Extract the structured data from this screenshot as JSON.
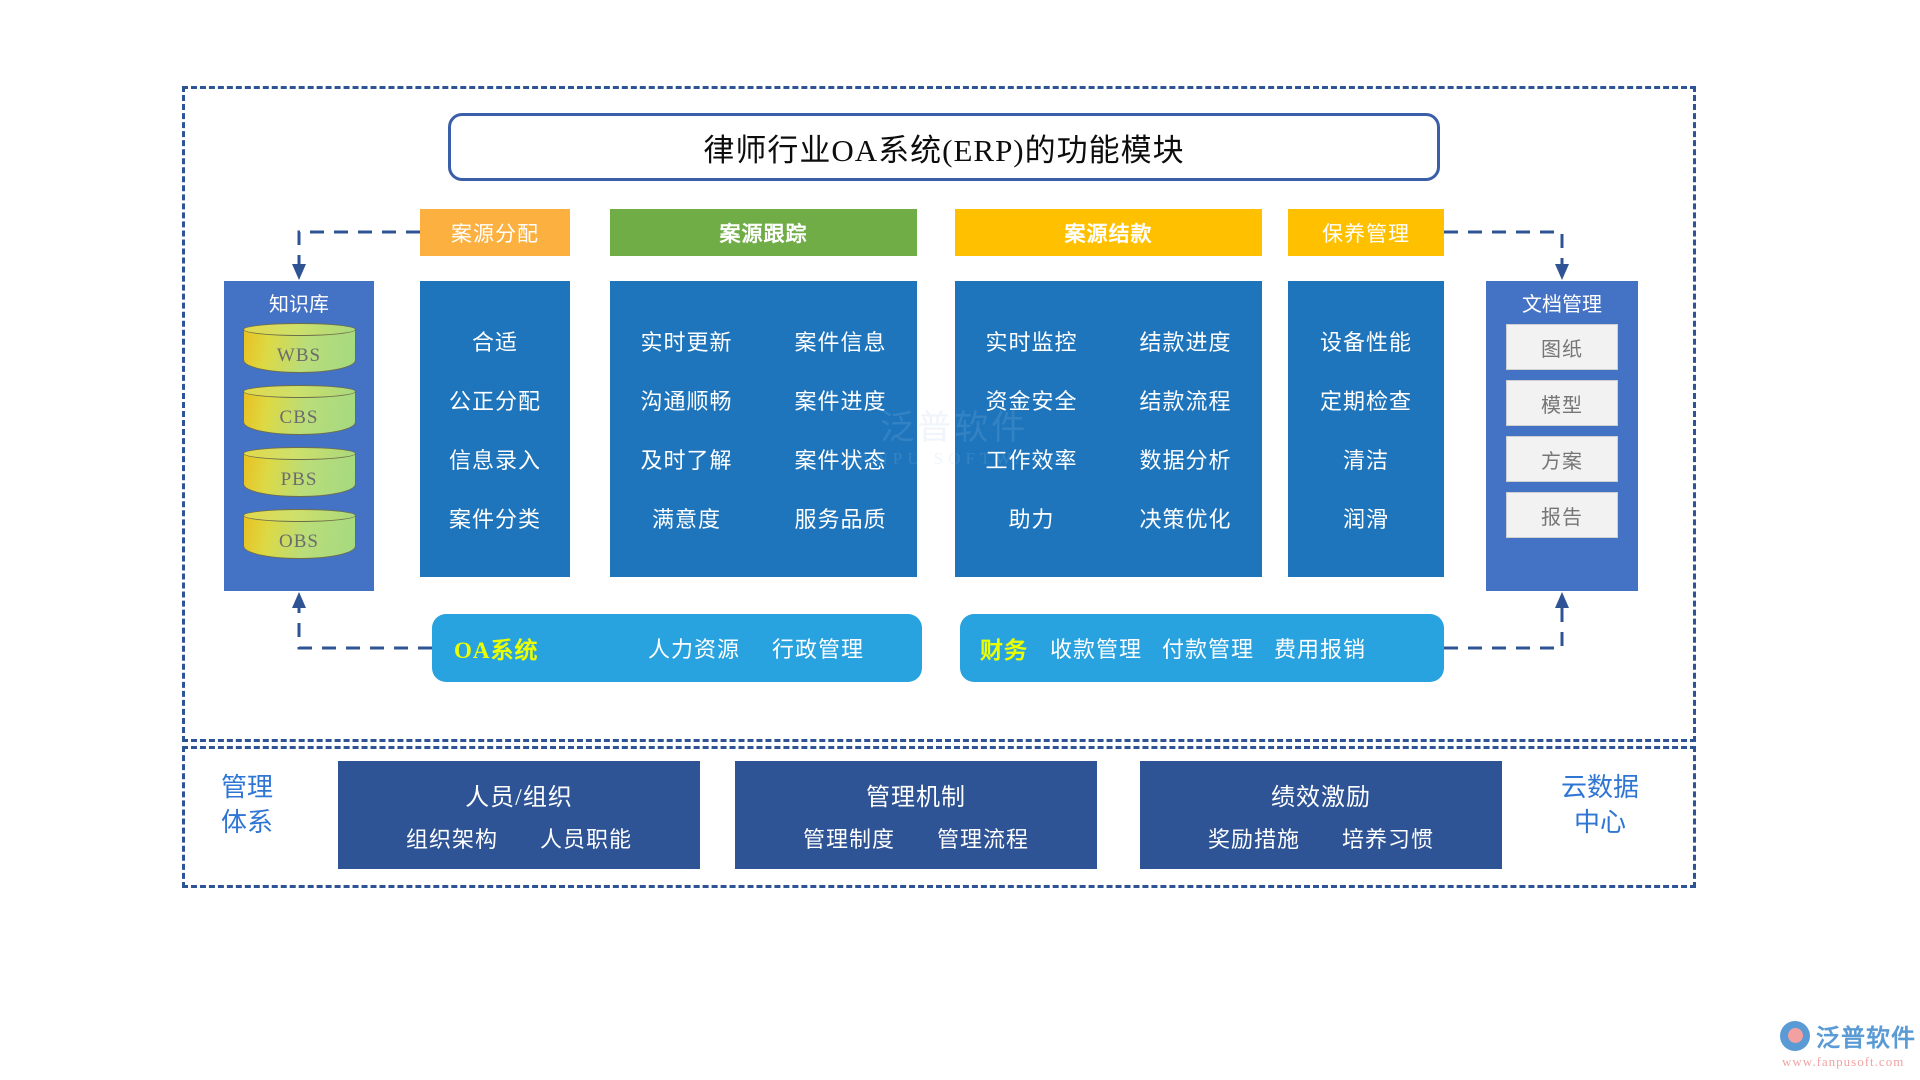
{
  "diagram": {
    "title": "律师行业OA系统(ERP)的功能模块",
    "colors": {
      "accent_blue": "#2f5496",
      "panel_blue": "#4472c4",
      "column_blue": "#1f75bc",
      "bar_blue": "#29a3e0",
      "orange": "#fbb040",
      "green": "#70ad47",
      "gold": "#ffc000",
      "yellow_text": "#eaff00",
      "label_blue": "#2e75d4"
    }
  },
  "categories": [
    {
      "label": "案源分配",
      "color": "#fbb040"
    },
    {
      "label": "案源跟踪",
      "color": "#70ad47"
    },
    {
      "label": "案源结款",
      "color": "#ffc000"
    },
    {
      "label": "保养管理",
      "color": "#ffc000"
    }
  ],
  "knowledge_base": {
    "title": "知识库",
    "items": [
      "WBS",
      "CBS",
      "PBS",
      "OBS"
    ]
  },
  "columns": [
    {
      "key": "case_assignment",
      "groups": [
        {
          "items": [
            "合适",
            "公正分配",
            "信息录入",
            "案件分类"
          ]
        }
      ]
    },
    {
      "key": "case_tracking",
      "groups": [
        {
          "items": [
            "实时更新",
            "沟通顺畅",
            "及时了解",
            "满意度"
          ]
        },
        {
          "items": [
            "案件信息",
            "案件进度",
            "案件状态",
            "服务品质"
          ]
        }
      ]
    },
    {
      "key": "case_settlement",
      "groups": [
        {
          "items": [
            "实时监控",
            "资金安全",
            "工作效率",
            "助力"
          ]
        },
        {
          "items": [
            "结款进度",
            "结款流程",
            "数据分析",
            "决策优化"
          ]
        }
      ]
    },
    {
      "key": "maintenance",
      "groups": [
        {
          "items": [
            "设备性能",
            "定期检查",
            "清洁",
            "润滑"
          ]
        }
      ]
    }
  ],
  "document_management": {
    "title": "文档管理",
    "items": [
      "图纸",
      "模型",
      "方案",
      "报告"
    ]
  },
  "system_bars": [
    {
      "tag": "OA系统",
      "options": [
        "人力资源",
        "行政管理"
      ]
    },
    {
      "tag": "财务",
      "options": [
        "收款管理",
        "付款管理",
        "费用报销"
      ]
    }
  ],
  "bottom": {
    "left_label": {
      "line1": "管理",
      "line2": "体系"
    },
    "right_label": {
      "line1": "云数据",
      "line2": "中心"
    },
    "boxes": [
      {
        "head": "人员/组织",
        "items": [
          "组织架构",
          "人员职能"
        ]
      },
      {
        "head": "管理机制",
        "items": [
          "管理制度",
          "管理流程"
        ]
      },
      {
        "head": "绩效激励",
        "items": [
          "奖励措施",
          "培养习惯"
        ]
      }
    ]
  },
  "watermark": {
    "center_text": "泛普软件",
    "center_sub": "FANPU SOFTWARE",
    "logo_name": "泛普软件",
    "logo_url": "www.fanpusoft.com"
  }
}
